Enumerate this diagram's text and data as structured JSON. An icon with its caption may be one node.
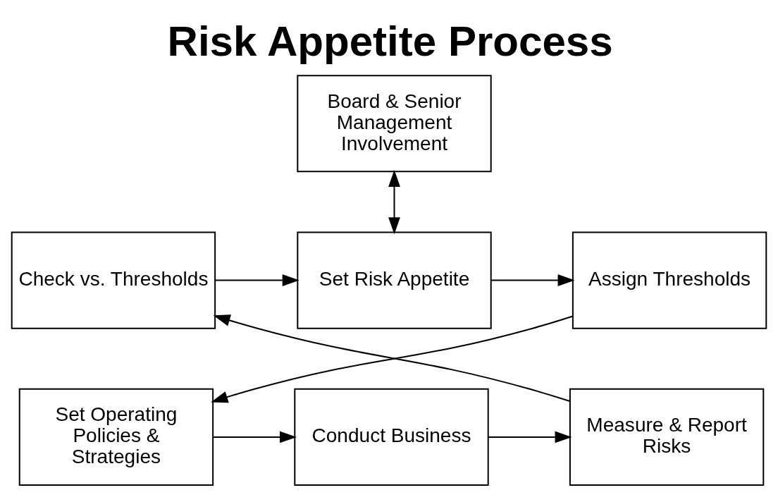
{
  "diagram": {
    "title": "Risk Appetite Process",
    "nodes": [
      {
        "text": [
          "Board & Senior Management Involvement"
        ]
      },
      {
        "text": [
          "Assign Thresholds"
        ]
      },
      {
        "text": [
          "Set Risk Appetite"
        ]
      },
      {
        "text": [
          "Check vs. Thresholds"
        ]
      },
      {
        "text": [
          "Set Operating Policies & Strategies"
        ]
      },
      {
        "text": [
          "Conduct Business"
        ]
      },
      {
        "text": [
          "Measure & Report Risks"
        ]
      }
    ],
    "edges": [
      {
        "from": 0,
        "to": 2,
        "arrow": "both"
      },
      {
        "from": 2,
        "to": 1,
        "arrow": "to"
      },
      {
        "from": 3,
        "to": 2,
        "arrow": "to"
      },
      {
        "from": 1,
        "to": 4,
        "arrow": "to"
      },
      {
        "from": 4,
        "to": 5,
        "arrow": "to"
      },
      {
        "from": 5,
        "to": 6,
        "arrow": "to"
      },
      {
        "from": 6,
        "to": 3,
        "arrow": "to"
      }
    ]
  }
}
